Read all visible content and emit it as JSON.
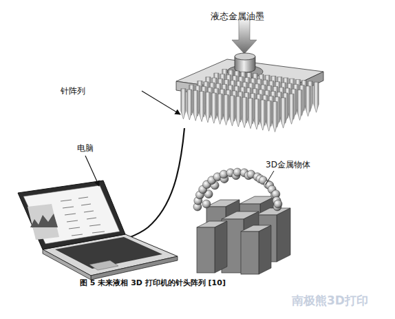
{
  "diagram": {
    "caption": "图 5 未来液相 3D 打印机的针头阵列 [10]",
    "labels": [
      "液态金属油墨",
      "针阵列",
      "电脑",
      "3D金属物体",
      "南极熊3D打印"
    ]
  }
}
